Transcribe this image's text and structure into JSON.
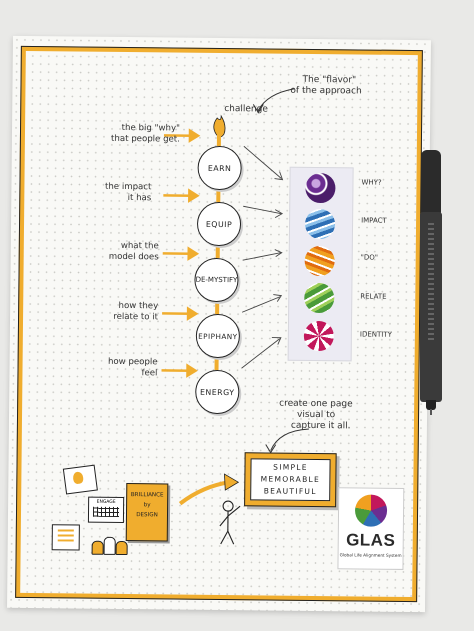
{
  "header_note": [
    "The \"flavor\"",
    "of the approach"
  ],
  "challenge_label": "challenge",
  "left_notes": [
    [
      "the big \"why\"",
      "that people get."
    ],
    [
      "the impact",
      "it has"
    ],
    [
      "what the",
      "model does"
    ],
    [
      "how they",
      "relate to it"
    ],
    [
      "how people",
      "feel"
    ]
  ],
  "nodes": [
    "EARN",
    "EQUIP",
    "DE-MYSTIFY",
    "EPIPHANY",
    "ENERGY"
  ],
  "ball_labels": [
    "WHY?",
    "IMPACT",
    "\"DO\"",
    "RELATE",
    "IDENTITY"
  ],
  "ball_colors": [
    "#6b2d91",
    "#2e6fb5",
    "#f0a020",
    "#4a9b3a",
    "#c2185b"
  ],
  "bottom_note": [
    "create one page",
    "visual to",
    "capture it all."
  ],
  "poster_text": [
    "SIMPLE",
    "MEMORABLE",
    "BEAUTIFUL"
  ],
  "book_text": [
    "BRILLIANCE",
    "by",
    "DESIGN"
  ],
  "engage_label": "ENGAGE",
  "logo": {
    "name": "GLAS",
    "subtitle": "Global Life Alignment System"
  },
  "accent_color": "#f0ad2e"
}
